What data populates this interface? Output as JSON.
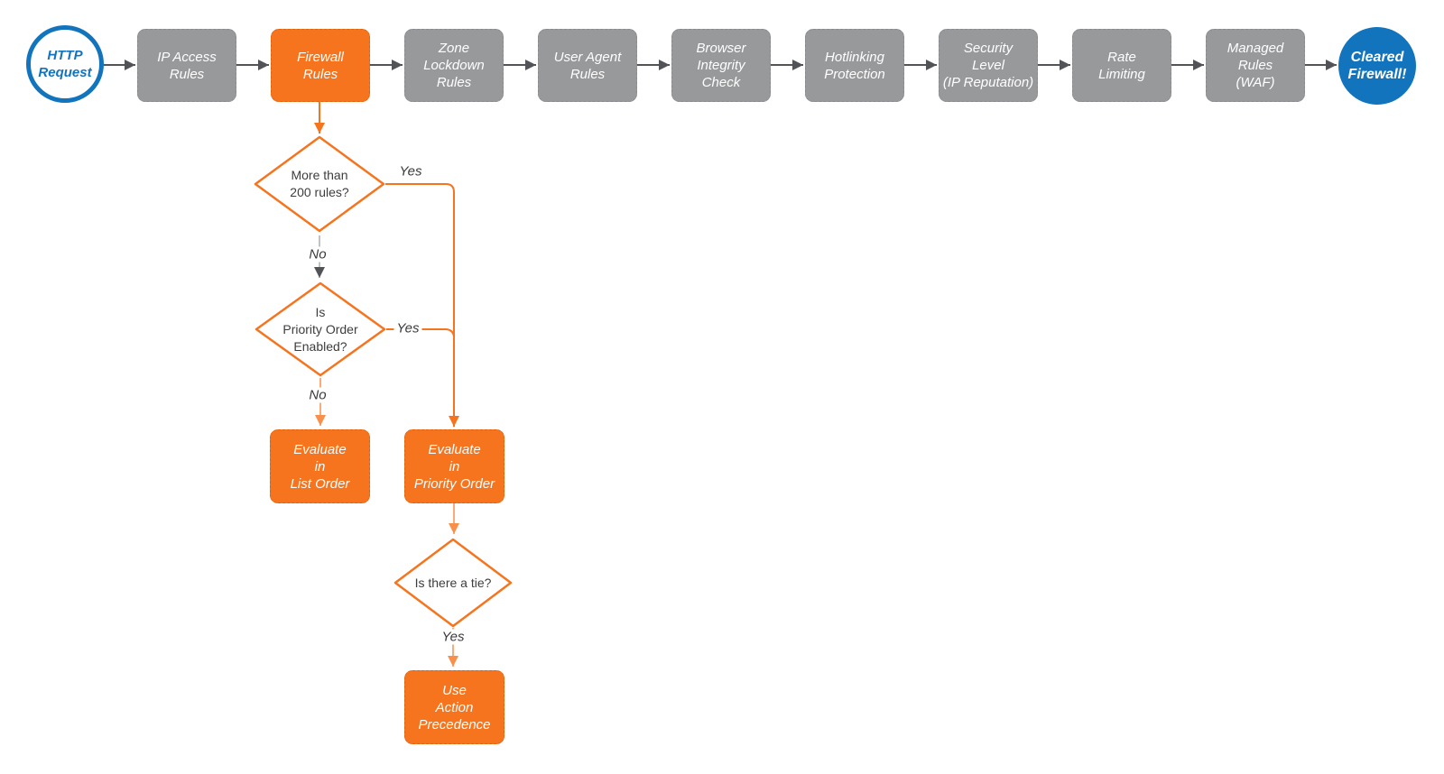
{
  "colors": {
    "accent_orange": "#F7741E",
    "stage_gray": "#98999B",
    "brand_blue": "#1274BC",
    "connector_dark_gray": "#515357",
    "diamond_text": "#3D3D3D"
  },
  "flow": {
    "start": {
      "label": "HTTP\nRequest"
    },
    "stages": [
      {
        "label": "IP Access\nRules"
      },
      {
        "label": "Firewall\nRules",
        "highlighted": true
      },
      {
        "label": "Zone\nLockdown\nRules"
      },
      {
        "label": "User Agent\nRules"
      },
      {
        "label": "Browser\nIntegrity\nCheck"
      },
      {
        "label": "Hotlinking\nProtection"
      },
      {
        "label": "Security\nLevel\n(IP Reputation)"
      },
      {
        "label": "Rate\nLimiting"
      },
      {
        "label": "Managed\nRules\n(WAF)"
      }
    ],
    "end": {
      "label": "Cleared\nFirewall!"
    },
    "decisions": [
      {
        "label": "More than\n200 rules?"
      },
      {
        "label": "Is\nPriority Order\nEnabled?"
      },
      {
        "label": "Is there a tie?"
      }
    ],
    "actions": [
      {
        "label": "Evaluate\nin\nList Order"
      },
      {
        "label": "Evaluate\nin\nPriority Order"
      },
      {
        "label": "Use\nAction\nPrecedence"
      }
    ],
    "edge_labels": {
      "yes1": "Yes",
      "no1": "No",
      "yes2": "Yes",
      "no2": "No",
      "yes3": "Yes"
    }
  }
}
